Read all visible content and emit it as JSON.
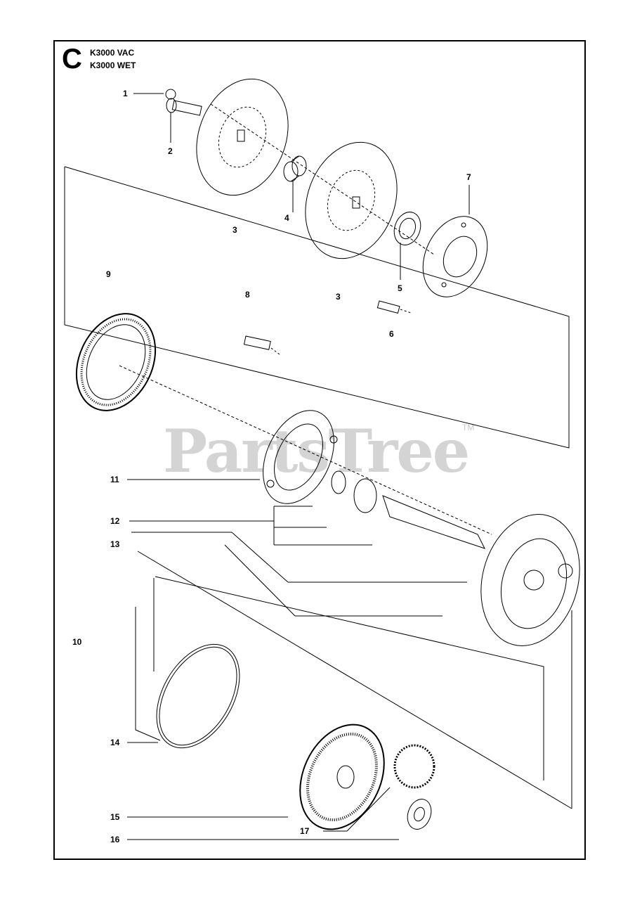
{
  "header": {
    "section_letter": "C",
    "models": [
      "K3000 VAC",
      "K3000 WET"
    ]
  },
  "watermark": {
    "text": "PartsTree",
    "trademark": "TM"
  },
  "callouts": [
    {
      "id": "1",
      "text": "1"
    },
    {
      "id": "2",
      "text": "2"
    },
    {
      "id": "3a",
      "text": "3"
    },
    {
      "id": "3b",
      "text": "3"
    },
    {
      "id": "4",
      "text": "4"
    },
    {
      "id": "5",
      "text": "5"
    },
    {
      "id": "6",
      "text": "6"
    },
    {
      "id": "7",
      "text": "7"
    },
    {
      "id": "8",
      "text": "8"
    },
    {
      "id": "9",
      "text": "9"
    },
    {
      "id": "10",
      "text": "10"
    },
    {
      "id": "11",
      "text": "11"
    },
    {
      "id": "12",
      "text": "12"
    },
    {
      "id": "13",
      "text": "13"
    },
    {
      "id": "14",
      "text": "14"
    },
    {
      "id": "15",
      "text": "15"
    },
    {
      "id": "16",
      "text": "16"
    },
    {
      "id": "17",
      "text": "17"
    }
  ]
}
